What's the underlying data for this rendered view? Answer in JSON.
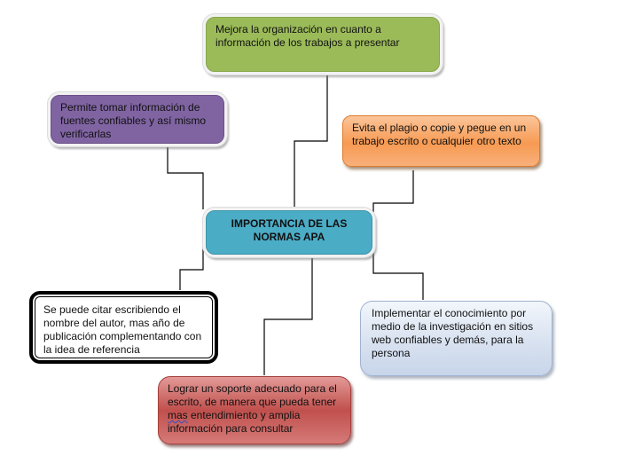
{
  "diagram": {
    "type": "concept-map",
    "center": {
      "label": "IMPORTANCIA DE LAS NORMAS APA",
      "color": "#4bacc6"
    },
    "nodes": [
      {
        "id": "green",
        "text": "Mejora la organización en cuanto a información de los trabajos a presentar",
        "color": "#9bbb59"
      },
      {
        "id": "purple",
        "text": "Permite tomar información de fuentes confiables y así mismo verificarlas",
        "color": "#8064a2"
      },
      {
        "id": "orange",
        "text": "Evita el plagio o copie y pegue en un trabajo escrito o cualquier otro texto",
        "color": "#f79646"
      },
      {
        "id": "left",
        "text": "Se puede citar escribiendo el nombre del autor, mas año de publicación complementando con la idea de referencia",
        "color": "#ffffff"
      },
      {
        "id": "right",
        "text": "Implementar el conocimiento por medio de la investigación en sitios web confiables y demás, para la persona",
        "color": "#dce6f2"
      },
      {
        "id": "red",
        "text_pre": "Lograr un soporte adecuado para el escrito, de manera que pueda tener ",
        "text_flagged": "mas",
        "text_post": " entendimiento y amplia información para consultar",
        "color": "#c0504d"
      }
    ],
    "connector_color": "#000000"
  }
}
